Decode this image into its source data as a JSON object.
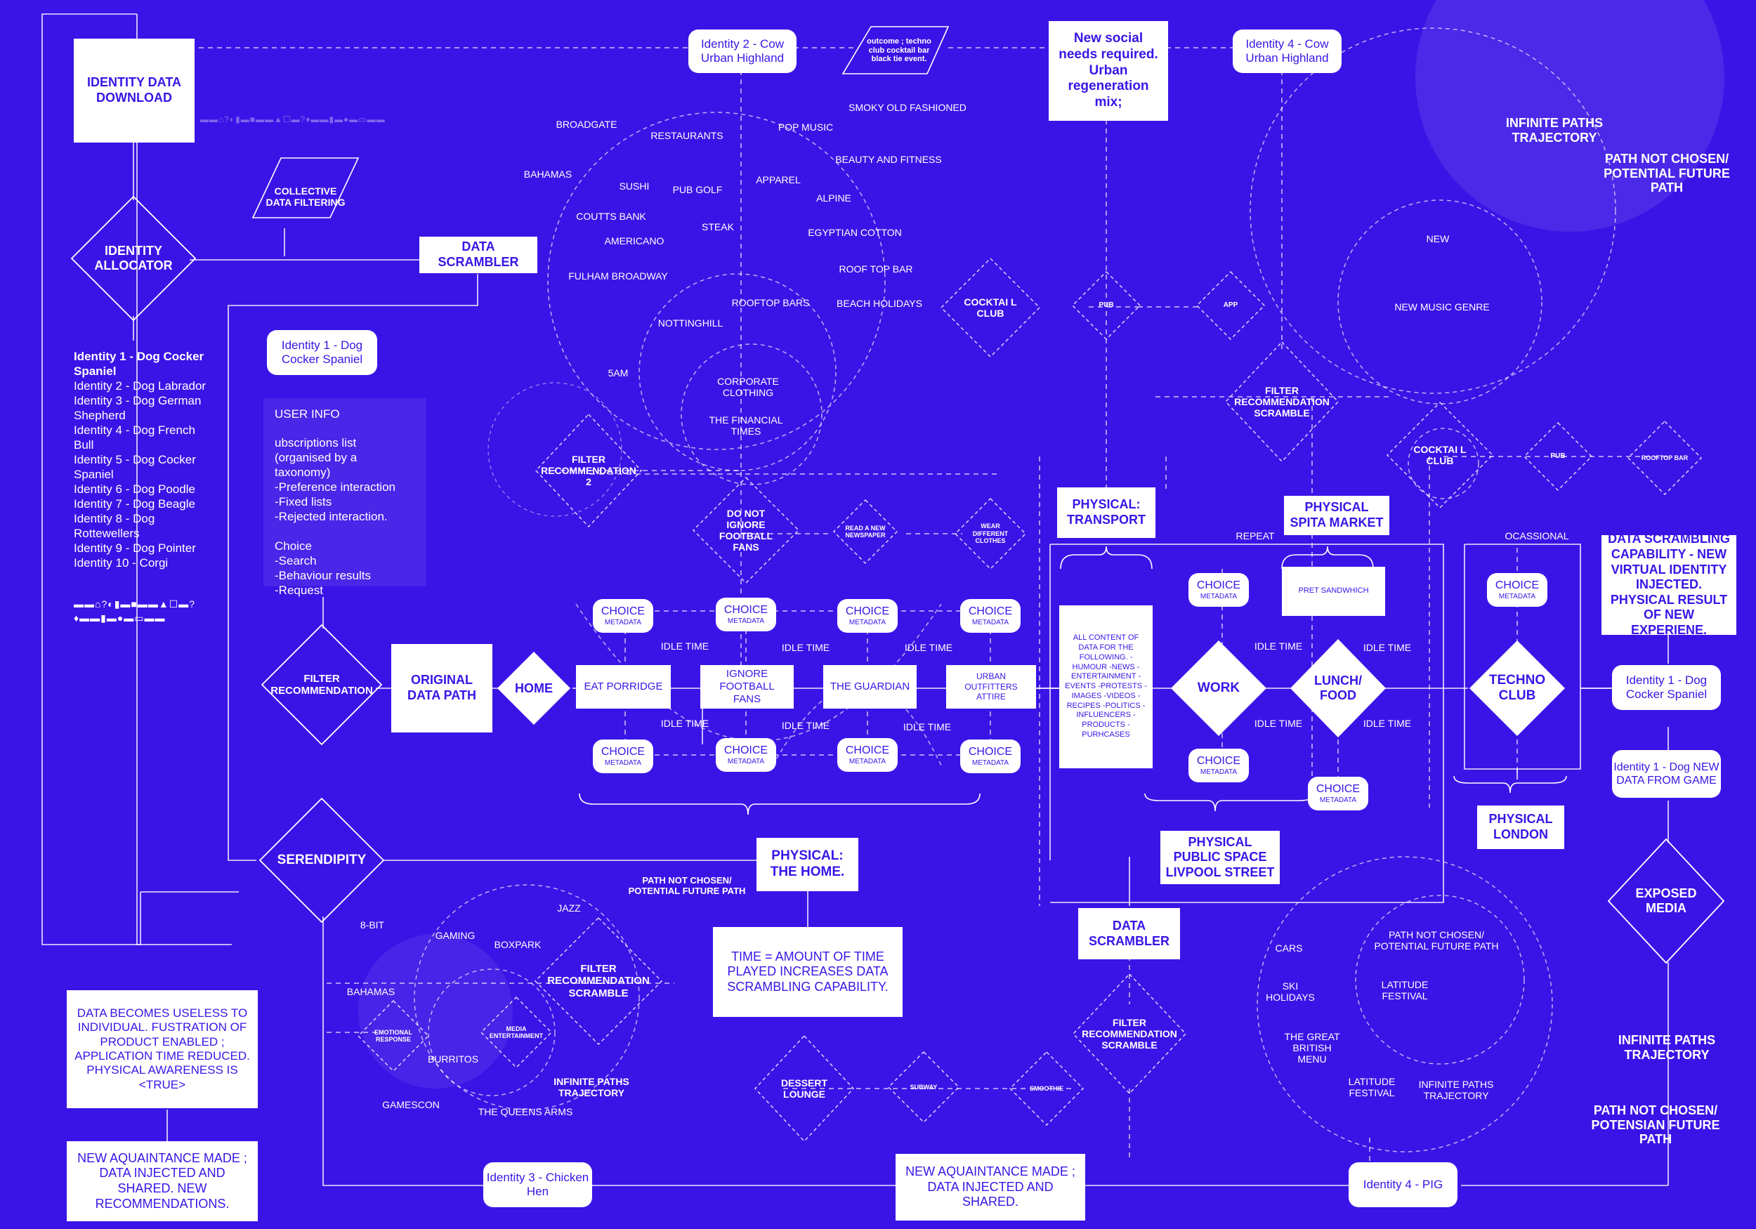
{
  "boxes": {
    "identity_data_download": "IDENTITY DATA DOWNLOAD",
    "data_scrambler": "DATA SCRAMBLER",
    "original_data_path": "ORIGINAL DATA PATH",
    "new_social_needs": "New social needs required. Urban regeneration mix;",
    "eat_porridge": "EAT PORRIDGE",
    "ignore_football": "IGNORE FOOTBALL FANS",
    "the_guardian": "THE GUARDIAN",
    "urban_outfitters": "URBAN OUTFITTERS ATTIRE",
    "physical_transport": "PHYSICAL: TRANSPORT",
    "physical_spita": "PHYSICAL SPITA MARKET",
    "pret": "PRET SANDWHICH",
    "physical_home": "PHYSICAL: THE HOME.",
    "physical_public": "PHYSICAL PUBLIC SPACE LIVPOOL STREET",
    "physical_london": "PHYSICAL LONDON",
    "data_scrambler_2": "DATA SCRAMBLER",
    "time_amount": "TIME = AMOUNT OF TIME PLAYED INCREASES DATA SCRAMBLING CAPABILITY.",
    "data_useless": "DATA BECOMES USELESS TO INDIVIDUAL. FUSTRATION OF PRODUCT ENABLED ; APPLICATION TIME REDUCED. PHYSICAL AWARENESS IS <TRUE>",
    "new_aquaintance_left": "NEW AQUAINTANCE MADE ; DATA INJECTED AND SHARED. NEW RECOMMENDATIONS.",
    "new_aquaintance_mid": "NEW AQUAINTANCE MADE ; DATA INJECTED AND SHARED.",
    "data_scrambling_cap": "DATA SCRAMBLING CAPABILITY - NEW VIRTUAL IDENTITY INJECTED. PHYSICAL RESULT OF NEW EXPERIENE.",
    "all_content": "ALL CONTENT OF DATA FOR THE FOLLOWING. -HUMOUR -NEWS -ENTERTAINMENT -EVENTS -PROTESTS -IMAGES -VIDEOS -RECIPES -POLITICS -INFLUENCERS -PRODUCTS -PURHCASES"
  },
  "pills": {
    "identity2_cow": "Identity 2 - Cow Urban Highland",
    "identity4_cow": "Identity 4 - Cow Urban Highland",
    "identity1_dog": "Identity 1 - Dog Cocker Spaniel",
    "identity1_dog_right": "Identity 1 - Dog Cocker Spaniel",
    "identity1_new_data": "Identity 1 - Dog NEW DATA FROM GAME",
    "identity3_chicken": "Identity 3 - Chicken Hen",
    "identity4_pig": "Identity 4 - PIG",
    "choice": "CHOICE",
    "metadata": "METADATA"
  },
  "diamonds": {
    "identity_allocator": "IDENTITY ALLOCATOR",
    "home": "HOME",
    "filter_rec": "FILTER RECOMMENDATION",
    "serendipity": "SERENDIPITY",
    "work": "WORK",
    "lunch_food": "LUNCH/ FOOD",
    "techno_club": "TECHNO CLUB",
    "exposed_media": "EXPOSED MEDIA",
    "filter_rec_2": "FILTER RECOMMENDATION 2",
    "do_not_ignore": "DO NOT IGNORE FOOTBALL FANS",
    "read_newspaper": "READ A NEW NEWSPAPER",
    "wear_different": "WEAR DIFFERENT CLOTHES",
    "cocktail_club": "COCKTAI L CLUB",
    "pub": "PUB",
    "app": "APP",
    "filter_rec_scramble_top": "FILTER RECOMMENDATION SCRAMBLE",
    "cocktail_club_right": "COCKTAI L CLUB",
    "pub_right": "PUB",
    "rooftop_bar": "ROOFTOP BAR",
    "filter_rec_scramble_left": "FILTER RECOMMENDATION SCRAMBLE",
    "emotional_response": "EMOTIONAL RESPONSE",
    "media_entertainment": "MEDIA ENTERTAINMENT",
    "dessert_lounge": "DESSERT LOUNGE",
    "subway": "SUBWAY",
    "smoothie": "SMOOTHIE",
    "filter_rec_scramble_bottom": "FILTER RECOMMENDATION SCRAMBLE"
  },
  "parallelograms": {
    "collective_data": "COLLECTIVE DATA FILTERING",
    "outcome": "outcome ; techno club cocktail bar black tie event."
  },
  "identity_list": [
    "Identity 1 - Dog  Cocker Spaniel",
    "Identity 2 - Dog  Labrador",
    "Identity 3 - Dog German Shepherd",
    "Identity 4 - Dog  French Bull",
    "Identity 5 - Dog  Cocker Spaniel",
    "Identity 6 - Dog  Poodle",
    "Identity 7 - Dog Beagle",
    "Identity 8 - Dog Rottewellers",
    "Identity 9 - Dog Pointer",
    "Identity 10 - Corgi"
  ],
  "user_info": {
    "title": "USER INFO",
    "lines": [
      "ubscriptions list",
      "(organised by a taxonomy)",
      "-Preference interaction",
      "-Fixed lists",
      "-Rejected interaction.",
      "",
      "Choice",
      "-Search",
      "-Behaviour results",
      "-Request"
    ]
  },
  "labels": {
    "broadgate": "BROADGATE",
    "restaurants": "RESTAURANTS",
    "bahamas_top": "BAHAMAS",
    "sushi": "SUSHI",
    "pub_golf": "PUB GOLF",
    "coutts_bank": "COUTTS BANK",
    "americano": "AMERICANO",
    "steak": "STEAK",
    "fulham_broadway": "FULHAM BROADWAY",
    "pop_music": "POP MUSIC",
    "smoky_old_fashioned": "SMOKY OLD FASHIONED",
    "beauty_fitness": "BEAUTY AND FITNESS",
    "apparel": "APPAREL",
    "alpine": "ALPINE",
    "egyptian_cotton": "EGYPTIAN COTTON",
    "roof_top_bar": "ROOF TOP BAR",
    "beach_holidays": "BEACH HOLIDAYS",
    "rooftop_bars": "ROOFTOP BARS",
    "nottinghill": "NOTTINGHILL",
    "five_am": "5AM",
    "corporate_clothing": "CORPORATE CLOTHING",
    "financial_times": "THE FINANCIAL TIMES",
    "infinite_top": "INFINITE PATHS TRAJECTORY",
    "path_not_chosen_top": "PATH NOT CHOSEN/ POTENTIAL FUTURE PATH",
    "new": "NEW",
    "new_music_genre": "NEW MUSIC GENRE",
    "idle_time": "IDLE TIME",
    "repeat": "REPEAT",
    "ocassional": "OCASSIONAL",
    "path_not_chosen_mid": "PATH NOT CHOSEN/ POTENTIAL FUTURE PATH",
    "eight_bit": "8-BIT",
    "jazz": "JAZZ",
    "gaming": "GAMING",
    "boxpark": "BOXPARK",
    "bahamas_bottom": "BAHAMAS",
    "burritos": "BURRITOS",
    "gamescon": "GAMESCON",
    "infinite_mid": "INFINITE PATHS TRAJECTORY",
    "queens_arms": "THE QUEENS ARMS",
    "cars": "CARS",
    "ski_holidays": "SKI HOLIDAYS",
    "great_british_menu": "THE GREAT BRITISH MENU",
    "path_not_chosen_br": "PATH NOT CHOSEN/ POTENTIAL FUTURE PATH",
    "latitude_1": "LATITUDE FESTIVAL",
    "latitude_2": "LATITUDE FESTIVAL",
    "infinite_br": "INFINITE PATHS TRAJECTORY",
    "infinite_right": "INFINITE PATHS TRAJECTORY",
    "path_not_chosen_right": "PATH NOT CHOSEN/ POTENSIAN FUTURE PATH"
  },
  "glyph_row": "▬▬⌂?◐▮▬■▬▬▲☐▬?♦▬▬▮▬●▬▭▬▬"
}
